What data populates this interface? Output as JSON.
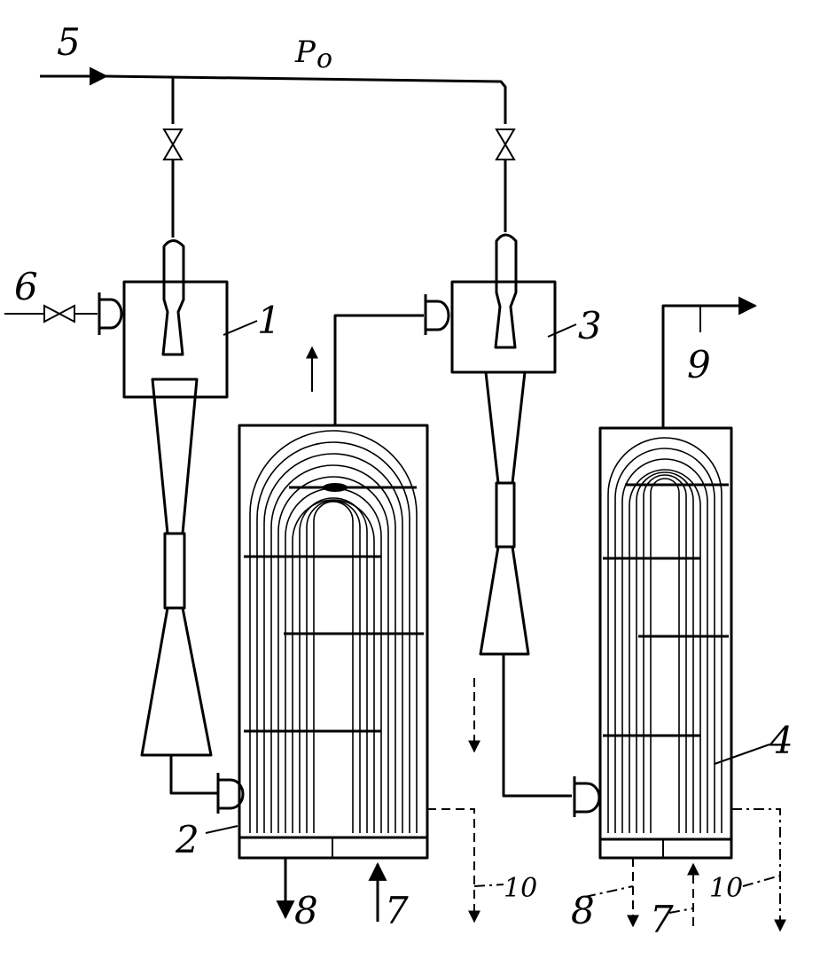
{
  "labels": {
    "steam_inlet": "5",
    "pressure": "P",
    "pressure_sub": "o",
    "suction_line": "6",
    "ejector_1": "1",
    "condenser_2": "2",
    "ejector_3": "3",
    "condenser_4": "4",
    "outlet_9": "9",
    "cooling_out_left": "8",
    "cooling_in_left": "7",
    "condensate_left": "10",
    "cooling_out_right": "8",
    "cooling_in_right": "7",
    "condensate_right": "10"
  }
}
